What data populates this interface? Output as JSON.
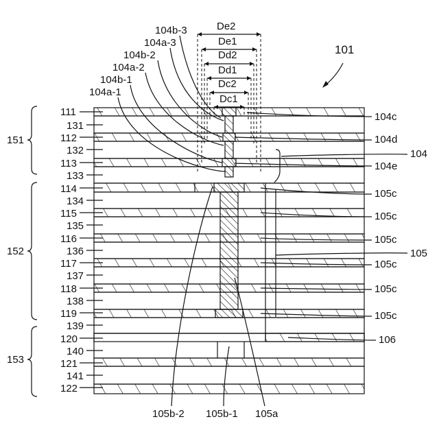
{
  "figure_label": "101",
  "left_layer_labels": [
    "111",
    "131",
    "112",
    "132",
    "113",
    "133",
    "114",
    "134",
    "115",
    "135",
    "116",
    "136",
    "117",
    "137",
    "118",
    "138",
    "119",
    "139",
    "120",
    "140",
    "121",
    "141",
    "122"
  ],
  "group_labels": [
    "151",
    "152",
    "153"
  ],
  "right_labels": {
    "c104": "104c",
    "d104": "104d",
    "e104": "104e",
    "main104": "104",
    "c105": "105c",
    "main105": "105",
    "l106": "106"
  },
  "via_labels": [
    "104b-3",
    "104a-3",
    "104b-2",
    "104a-2",
    "104b-1",
    "104a-1"
  ],
  "dimension_labels": [
    "De2",
    "De1",
    "Dd2",
    "Dd1",
    "Dc2",
    "Dc1"
  ],
  "bottom_labels": [
    "105b-2",
    "105b-1",
    "105a"
  ],
  "colors": {
    "line": "#111111",
    "background": "#ffffff"
  }
}
